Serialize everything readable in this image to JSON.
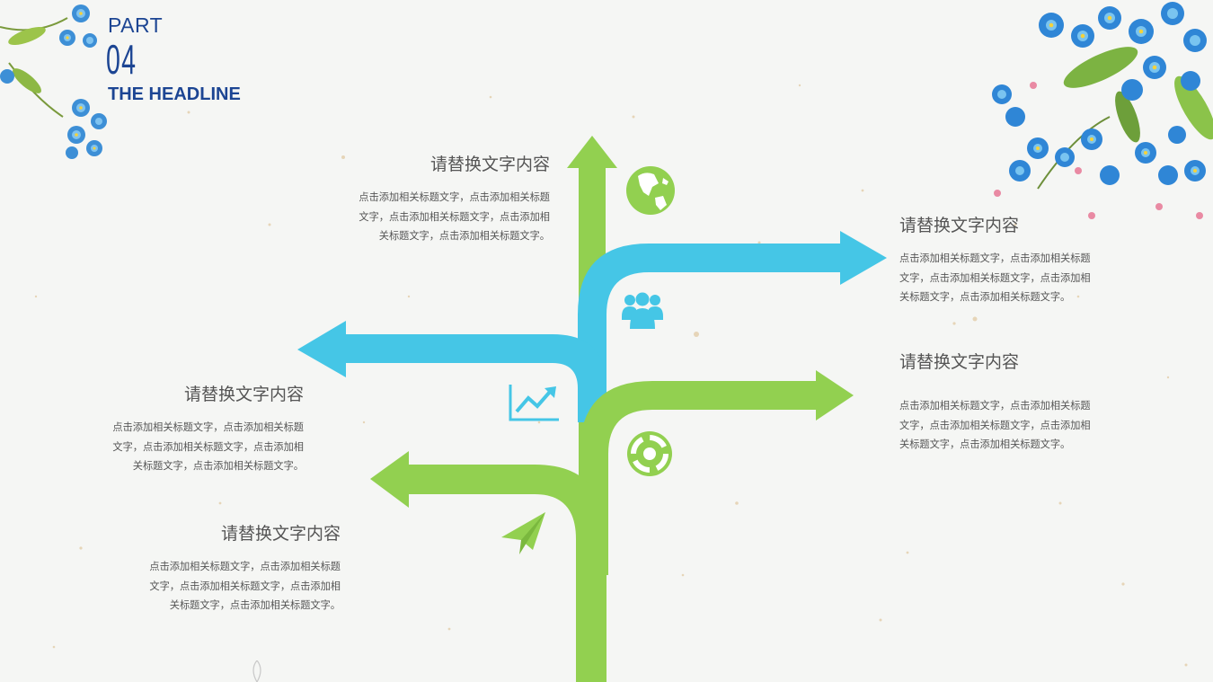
{
  "header": {
    "part_label": "PART",
    "part_number": "04",
    "headline": "THE HEADLINE"
  },
  "colors": {
    "green": "#92d050",
    "blue": "#45c6e6",
    "title_blue": "#1c4593",
    "text_gray": "#555555"
  },
  "icons": [
    "globe-icon",
    "people-icon",
    "chart-icon",
    "lifebuoy-icon",
    "paper-plane-icon"
  ],
  "blocks": [
    {
      "title": "请替换文字内容",
      "lines": [
        "点击添加相关标题文字，点击添加相关标题",
        "文字，点击添加相关标题文字，点击添加相",
        "关标题文字，点击添加相关标题文字。"
      ]
    },
    {
      "title": "请替换文字内容",
      "lines": [
        "点击添加相关标题文字，点击添加相关标题",
        "文字，点击添加相关标题文字，点击添加相",
        "关标题文字，点击添加相关标题文字。"
      ]
    },
    {
      "title": "请替换文字内容",
      "lines": [
        "点击添加相关标题文字，点击添加相关标题",
        "文字，点击添加相关标题文字，点击添加相",
        "关标题文字，点击添加相关标题文字。"
      ]
    },
    {
      "title": "请替换文字内容",
      "lines": [
        "点击添加相关标题文字，点击添加相关标题",
        "文字，点击添加相关标题文字，点击添加相",
        "关标题文字，点击添加相关标题文字。"
      ]
    },
    {
      "title": "请替换文字内容",
      "lines": [
        "点击添加相关标题文字，点击添加相关标题",
        "文字，点击添加相关标题文字，点击添加相",
        "关标题文字，点击添加相关标题文字。"
      ]
    }
  ]
}
